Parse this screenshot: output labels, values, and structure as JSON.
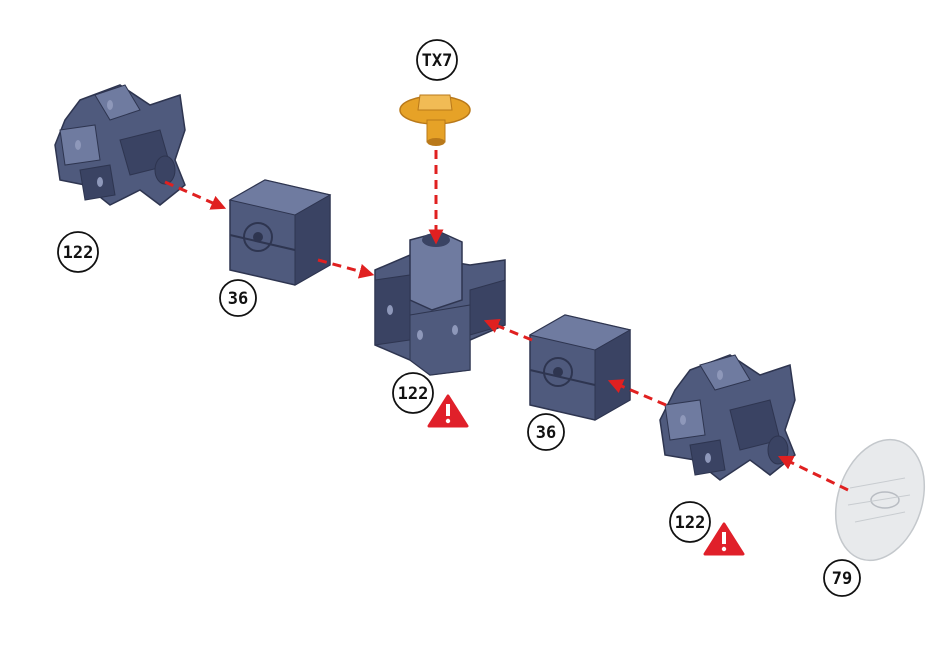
{
  "colors": {
    "part": "#4f5a7d",
    "part_dark": "#3a4363",
    "part_light": "#6f7ba0",
    "pin": "#e6a227",
    "pin_dark": "#b9791a",
    "arrow": "#e02020",
    "warning": "#e0202a",
    "wheel": "#e8eaec"
  },
  "icons": {
    "warning": "warning-triangle-icon"
  },
  "parts": [
    {
      "id": "hub-top-left",
      "label": "122",
      "warning": false
    },
    {
      "id": "connector-left",
      "label": "36",
      "warning": false
    },
    {
      "id": "pin-top",
      "label": "TX7",
      "warning": false
    },
    {
      "id": "hub-center",
      "label": "122",
      "warning": true
    },
    {
      "id": "connector-right",
      "label": "36",
      "warning": false
    },
    {
      "id": "hub-right",
      "label": "122",
      "warning": true
    },
    {
      "id": "wheel",
      "label": "79",
      "warning": false
    }
  ]
}
